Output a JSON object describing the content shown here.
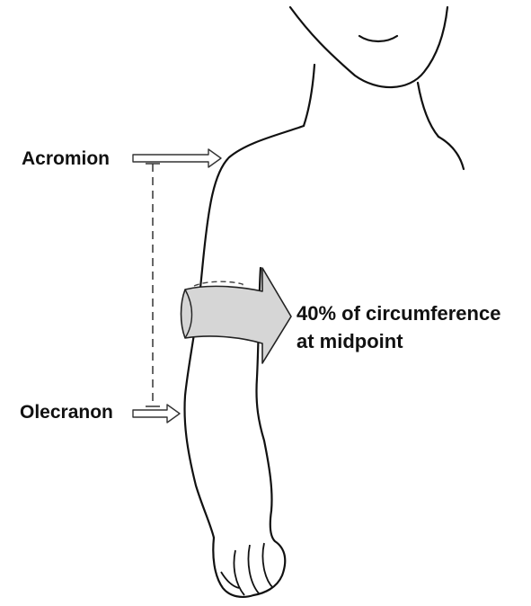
{
  "labels": {
    "acromion": "Acromion",
    "olecranon": "Olecranon",
    "circumference_line1": "40% of circumference",
    "circumference_line2": "at midpoint"
  },
  "colors": {
    "outline": "#111111",
    "band_fill": "#d6d6d6",
    "pointer_fill": "#ffffff"
  }
}
